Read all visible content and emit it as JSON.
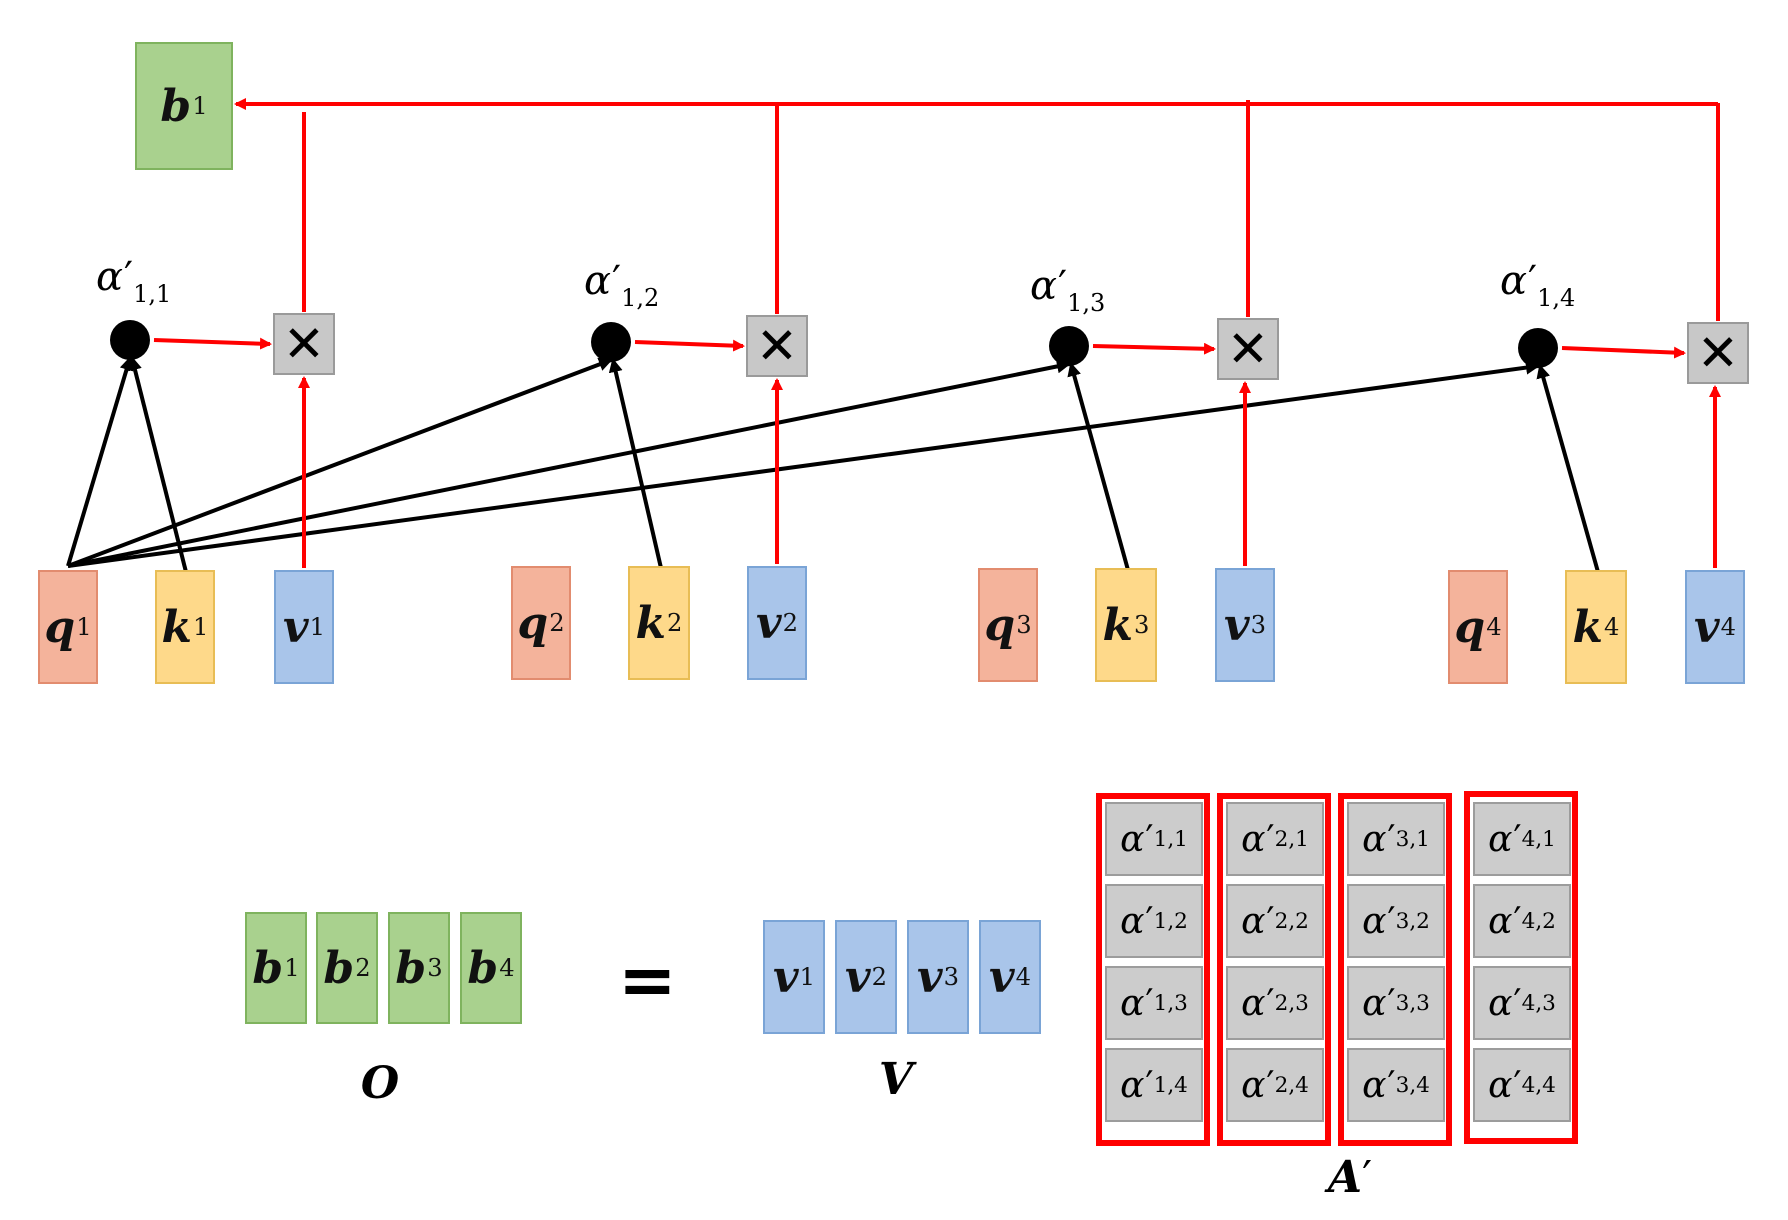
{
  "attention_row": {
    "output_label": "b",
    "output_index": "1",
    "multiply_symbol": "✕",
    "weights": [
      {
        "symbol": "α",
        "prime": "′",
        "sub": "1,1"
      },
      {
        "symbol": "α",
        "prime": "′",
        "sub": "1,2"
      },
      {
        "symbol": "α",
        "prime": "′",
        "sub": "1,3"
      },
      {
        "symbol": "α",
        "prime": "′",
        "sub": "1,4"
      }
    ],
    "tokens": [
      {
        "q": "q",
        "k": "k",
        "v": "v",
        "index": "1"
      },
      {
        "q": "q",
        "k": "k",
        "v": "v",
        "index": "2"
      },
      {
        "q": "q",
        "k": "k",
        "v": "v",
        "index": "3"
      },
      {
        "q": "q",
        "k": "k",
        "v": "v",
        "index": "4"
      }
    ]
  },
  "equation": {
    "output": {
      "caption": "O",
      "items": [
        {
          "letter": "b",
          "index": "1"
        },
        {
          "letter": "b",
          "index": "2"
        },
        {
          "letter": "b",
          "index": "3"
        },
        {
          "letter": "b",
          "index": "4"
        }
      ]
    },
    "equals": "=",
    "values": {
      "caption": "V",
      "items": [
        {
          "letter": "v",
          "index": "1"
        },
        {
          "letter": "v",
          "index": "2"
        },
        {
          "letter": "v",
          "index": "3"
        },
        {
          "letter": "v",
          "index": "4"
        }
      ]
    },
    "matrix": {
      "caption": "A",
      "caption_prime": "′",
      "symbol": "α",
      "prime": "′",
      "columns": [
        [
          "1,1",
          "1,2",
          "1,3",
          "1,4"
        ],
        [
          "2,1",
          "2,2",
          "2,3",
          "2,4"
        ],
        [
          "3,1",
          "3,2",
          "3,3",
          "3,4"
        ],
        [
          "4,1",
          "4,2",
          "4,3",
          "4,4"
        ]
      ]
    }
  },
  "colors": {
    "query": "#f4b39b",
    "key": "#fed98a",
    "value": "#a9c5ea",
    "output": "#a9d18e",
    "red_wire": "#ff0000",
    "black_wire": "#000000",
    "cell": "#cccccc"
  }
}
